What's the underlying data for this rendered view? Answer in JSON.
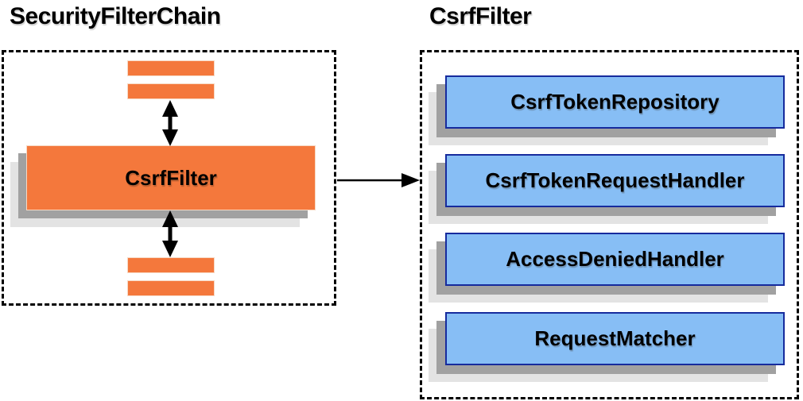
{
  "left_group": {
    "title": "SecurityFilterChain",
    "filter_box_label": "CsrfFilter"
  },
  "right_group": {
    "title": "CsrfFilter",
    "collaborators": [
      "CsrfTokenRepository",
      "CsrfTokenRequestHandler",
      "AccessDeniedHandler",
      "RequestMatcher"
    ]
  },
  "colors": {
    "filter_orange": "#f4783c",
    "filter_orange_border": "#f7d9c4",
    "component_blue": "#87bef5",
    "component_border_navy": "#162b9d",
    "shadow_dark": "#a1a1a1",
    "shadow_light": "#e3e3e3",
    "arrow_black": "#000000",
    "dashed_border_black": "#000000"
  }
}
